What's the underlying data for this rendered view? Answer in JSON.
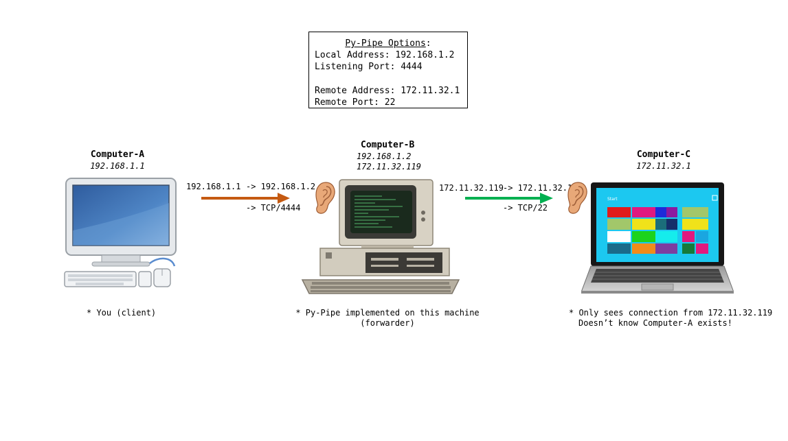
{
  "options": {
    "title": "Py-Pipe Options",
    "title_suffix": ":",
    "local_address": "Local Address: 192.168.1.2",
    "listening_port": "Listening Port: 4444",
    "remote_address": "Remote Address: 172.11.32.1",
    "remote_port": "Remote Port: 22"
  },
  "computer_a": {
    "name": "Computer-A",
    "ip": "192.168.1.1",
    "note": "* You (client)"
  },
  "computer_b": {
    "name": "Computer-B",
    "ip1": "192.168.1.2",
    "ip2": "172.11.32.119",
    "note_line1": "* Py-Pipe implemented on this machine",
    "note_line2": "(forwarder)"
  },
  "computer_c": {
    "name": "Computer-C",
    "ip": "172.11.32.1",
    "note_line1": "* Only sees connection from 172.11.32.119",
    "note_line2": "Doesn’t know Computer-A exists!",
    "screen_start": "Start"
  },
  "link_ab": {
    "src": "192.168.1.1",
    "dst": "-> 192.168.1.2",
    "proto": "-> TCP/4444",
    "color": "#c55a11"
  },
  "link_bc": {
    "src": "172.11.32.119",
    "dst": "-> 172.11.32.1",
    "proto": "-> TCP/22",
    "color": "#00b050"
  },
  "icons": [
    "desktop-computer-icon",
    "retro-pc-icon",
    "laptop-icon",
    "ear-icon"
  ]
}
